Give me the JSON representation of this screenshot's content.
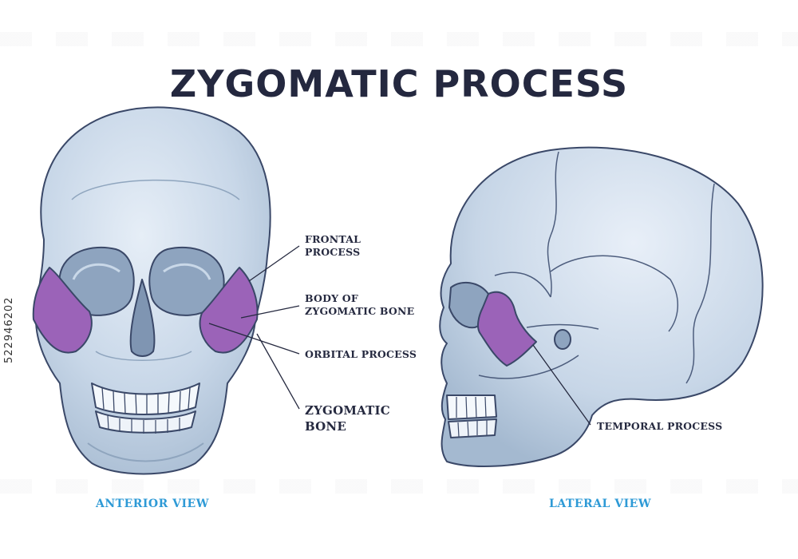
{
  "title": "ZYGOMATIC PROCESS",
  "labels": {
    "frontal_process": "FRONTAL\nPROCESS",
    "body_of_zygomatic_bone": "BODY OF\nZYGOMATIC BONE",
    "orbital_process": "ORBITAL PROCESS",
    "zygomatic_bone": "ZYGOMATIC\nBONE",
    "temporal_process": "TEMPORAL PROCESS"
  },
  "views": {
    "anterior": "ANTERIOR VIEW",
    "lateral": "LATERAL VIEW"
  },
  "stock_id": "522946202",
  "colors": {
    "bone": "#c9d8e8",
    "bone_shadow": "#9fb3c9",
    "outline": "#3a4868",
    "highlight": "#9b63b8",
    "title": "#24283f",
    "view_label": "#2e9ad6"
  }
}
